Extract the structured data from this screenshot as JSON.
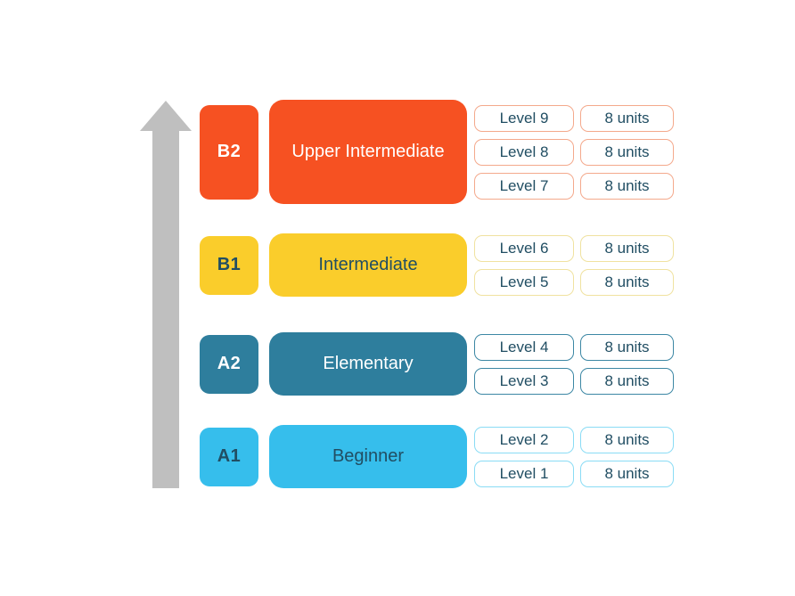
{
  "arrow": {
    "name": "up-arrow-icon",
    "color": "#bfbfbf",
    "direction": "up"
  },
  "text_dark": "#214e63",
  "groups": [
    {
      "id": "b2",
      "badge": "B2",
      "title": "Upper Intermediate",
      "fill": "#f65122",
      "text": "#ffffff",
      "outline": "#f4a98c",
      "levels": [
        {
          "level": "Level 9",
          "units": "8 units"
        },
        {
          "level": "Level 8",
          "units": "8 units"
        },
        {
          "level": "Level 7",
          "units": "8 units"
        }
      ]
    },
    {
      "id": "b1",
      "badge": "B1",
      "title": "Intermediate",
      "fill": "#facd2b",
      "text": "#214e63",
      "outline": "#f0e2a0",
      "levels": [
        {
          "level": "Level 6",
          "units": "8 units"
        },
        {
          "level": "Level 5",
          "units": "8 units"
        }
      ]
    },
    {
      "id": "a2",
      "badge": "A2",
      "title": "Elementary",
      "fill": "#2e7e9d",
      "text": "#ffffff",
      "outline": "#3c87a4",
      "levels": [
        {
          "level": "Level 4",
          "units": "8 units"
        },
        {
          "level": "Level 3",
          "units": "8 units"
        }
      ]
    },
    {
      "id": "a1",
      "badge": "A1",
      "title": "Beginner",
      "fill": "#36beec",
      "text": "#214e63",
      "outline": "#8adcf5",
      "levels": [
        {
          "level": "Level 2",
          "units": "8 units"
        },
        {
          "level": "Level 1",
          "units": "8 units"
        }
      ]
    }
  ]
}
